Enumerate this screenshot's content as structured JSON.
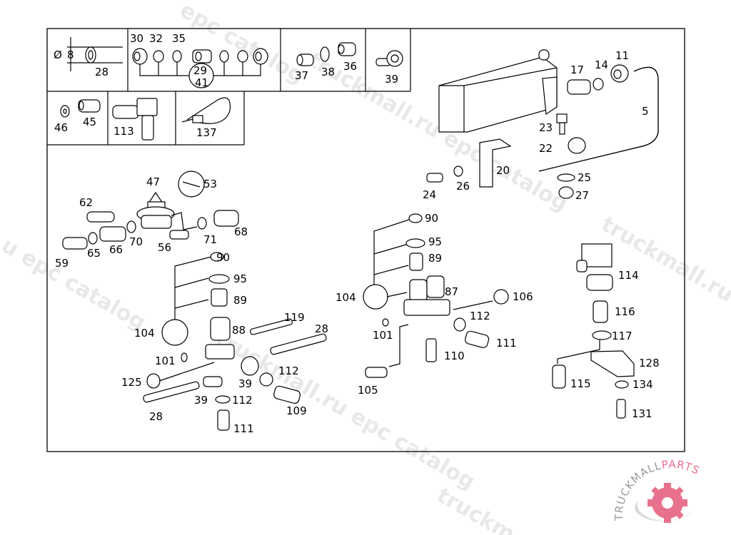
{
  "diagram": {
    "type": "exploded parts diagram",
    "frame_color": "#000000",
    "inset_boxes": [
      {
        "id": "tube-dim",
        "labels": [
          "8",
          "28"
        ],
        "diameter_symbol": "Ø"
      },
      {
        "id": "fittings-set",
        "labels": [
          "30",
          "32",
          "35"
        ],
        "circle_refs": [
          "29",
          "41"
        ]
      },
      {
        "id": "fittings-37-38-36",
        "labels": [
          "37",
          "38",
          "36"
        ]
      },
      {
        "id": "banjo-39",
        "labels": [
          "39"
        ]
      },
      {
        "id": "fittings-46-45",
        "labels": [
          "46",
          "45"
        ]
      },
      {
        "id": "elbow-113",
        "labels": [
          "113"
        ]
      },
      {
        "id": "cable-tie-137",
        "labels": [
          "137"
        ]
      }
    ],
    "callouts": {
      "tank_group": [
        "17",
        "14",
        "11",
        "5",
        "23",
        "22",
        "20",
        "24",
        "26",
        "25",
        "27"
      ],
      "pressure_regulator_group": [
        "47",
        "53",
        "62",
        "59",
        "65",
        "66",
        "70",
        "56",
        "71",
        "68"
      ],
      "left_valve_group": [
        "90",
        "95",
        "89",
        "104",
        "88",
        "119",
        "28",
        "101",
        "125",
        "39",
        "112",
        "109",
        "28",
        "39",
        "112",
        "111"
      ],
      "middle_valve_group": [
        "90",
        "95",
        "89",
        "104",
        "87",
        "106",
        "112",
        "101",
        "111",
        "110",
        "105"
      ],
      "right_valve_group": [
        "114",
        "116",
        "117",
        "128",
        "115",
        "134",
        "131"
      ]
    }
  },
  "watermarks": [
    "truckmall.ru epc catalog",
    "truckmall.ru epc catalog",
    "truckmall.ru epc catalog",
    "truckmall.ru epc catalog"
  ],
  "logo": {
    "text_dark": "TRUCKMALL",
    "text_accent": "PARTS",
    "dark_color": "#9a9a9a",
    "accent_color": "#e8718d"
  }
}
